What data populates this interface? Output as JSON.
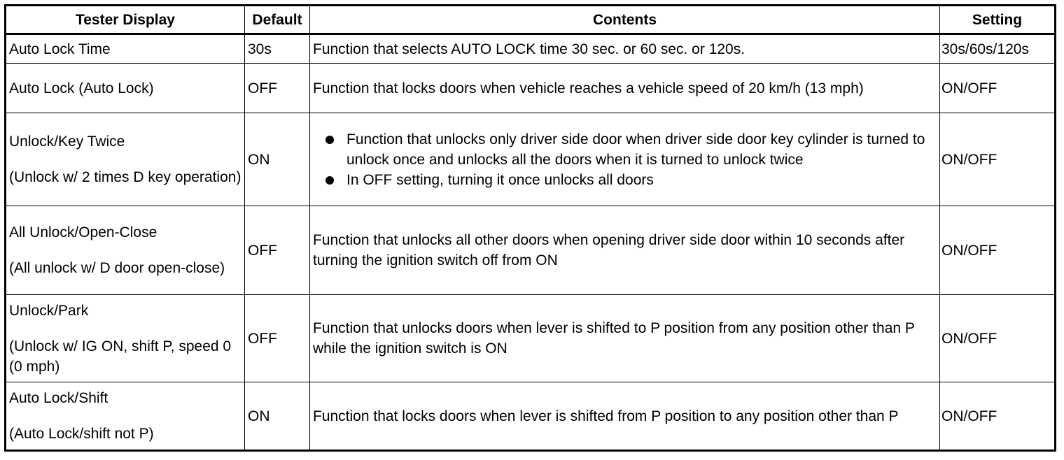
{
  "table": {
    "headers": {
      "tester_display": "Tester Display",
      "default": "Default",
      "contents": "Contents",
      "setting": "Setting"
    },
    "rows": [
      {
        "tester_display": "Auto Lock Time",
        "tester_sub": "",
        "default": "30s",
        "contents": "Function that selects AUTO LOCK time 30 sec. or 60 sec. or 120s.",
        "setting": "30s/60s/120s"
      },
      {
        "tester_display": "Auto Lock (Auto Lock)",
        "tester_sub": "",
        "default": "OFF",
        "contents": "Function that locks doors when vehicle reaches a vehicle speed of 20 km/h (13 mph)",
        "setting": "ON/OFF"
      },
      {
        "tester_display": "Unlock/Key Twice",
        "tester_sub": "(Unlock w/ 2 times D key operation)",
        "default": "ON",
        "bullets": [
          "Function that unlocks only driver side door when driver side door key cylinder is turned to unlock once and unlocks all the doors when it is turned to unlock twice",
          "In OFF setting, turning it once unlocks all doors"
        ],
        "setting": "ON/OFF"
      },
      {
        "tester_display": "All Unlock/Open-Close",
        "tester_sub": "(All unlock w/ D door open-close)",
        "default": "OFF",
        "contents": "Function that unlocks all other doors when opening driver side door within 10 seconds after turning the ignition switch off from ON",
        "setting": "ON/OFF"
      },
      {
        "tester_display": "Unlock/Park",
        "tester_sub": "(Unlock w/ IG ON, shift P, speed 0 (0 mph)",
        "default": "OFF",
        "contents": "Function that unlocks doors when lever is shifted to P position from any position other than P while the ignition switch is ON",
        "setting": "ON/OFF"
      },
      {
        "tester_display": "Auto Lock/Shift",
        "tester_sub": "(Auto Lock/shift not P)",
        "default": "ON",
        "contents": "Function that locks doors when lever is shifted from P position to any position other than P",
        "setting": "ON/OFF"
      }
    ]
  }
}
